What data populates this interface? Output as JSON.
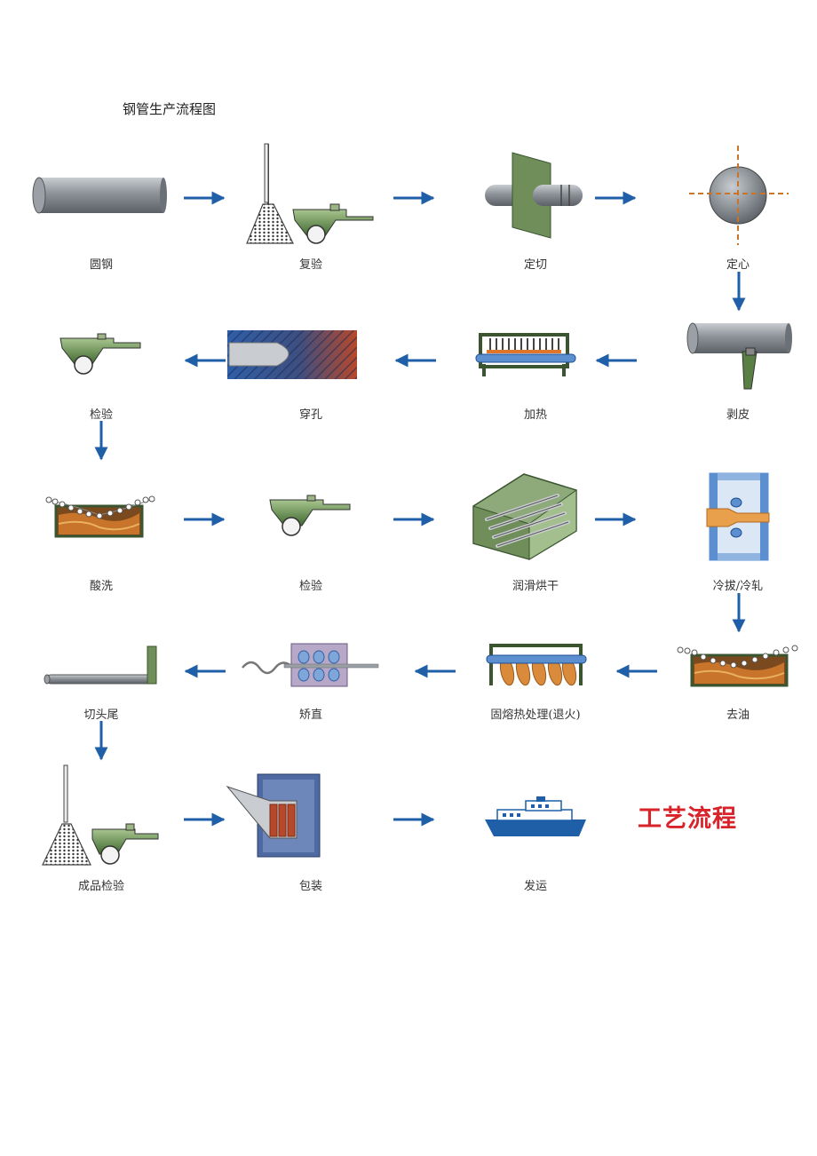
{
  "title": "钢管生产流程图",
  "steps": [
    {
      "label": "圆钢",
      "icon": "round-bar-icon"
    },
    {
      "label": "复验",
      "icon": "re-inspection-icon"
    },
    {
      "label": "定切",
      "icon": "cutting-icon"
    },
    {
      "label": "定心",
      "icon": "centering-icon"
    },
    {
      "label": "剥皮",
      "icon": "peeling-icon"
    },
    {
      "label": "加热",
      "icon": "heating-furnace-icon"
    },
    {
      "label": "穿孔",
      "icon": "piercing-icon"
    },
    {
      "label": "检验",
      "icon": "inspection-icon"
    },
    {
      "label": "酸洗",
      "icon": "pickling-tank-icon"
    },
    {
      "label": "检验",
      "icon": "inspection-icon"
    },
    {
      "label": "润滑烘干",
      "icon": "lubrication-drying-icon"
    },
    {
      "label": "冷拔/冷轧",
      "icon": "cold-drawing-icon"
    },
    {
      "label": "去油",
      "icon": "degreasing-tank-icon"
    },
    {
      "label": "固熔热处理(退火)",
      "icon": "annealing-furnace-icon"
    },
    {
      "label": "矫直",
      "icon": "straightening-icon"
    },
    {
      "label": "切头尾",
      "icon": "end-cutting-icon"
    },
    {
      "label": "成品检验",
      "icon": "final-inspection-icon"
    },
    {
      "label": "包装",
      "icon": "packaging-icon"
    },
    {
      "label": "发运",
      "icon": "ship-icon"
    }
  ],
  "stamp": "工艺流程",
  "colors": {
    "arrow": "#1f5fa8",
    "steel": "#8a9096",
    "green": "#5a7f45",
    "orange": "#c8742b",
    "stamp": "#d8232a"
  }
}
